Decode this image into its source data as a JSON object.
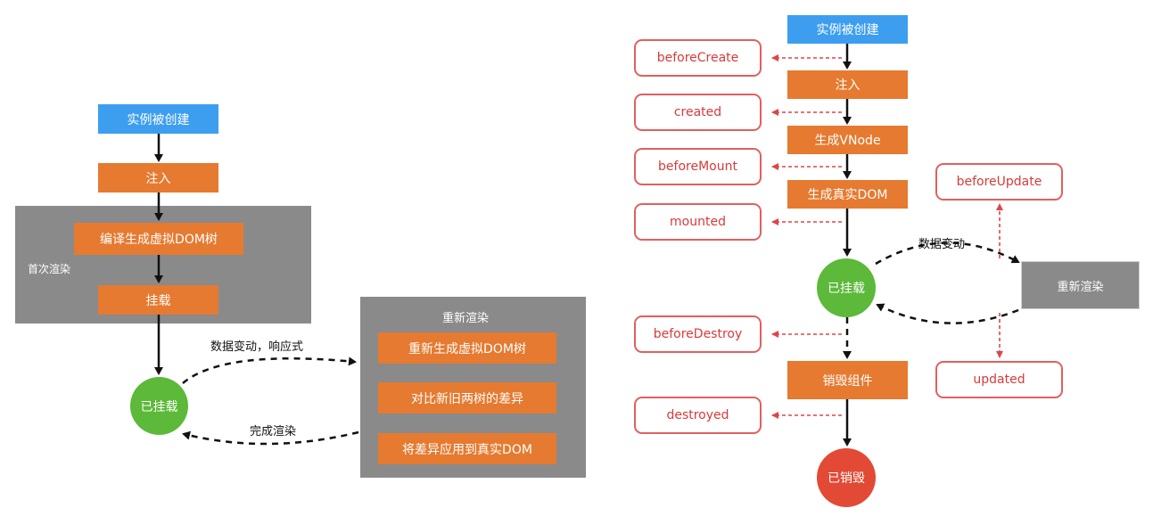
{
  "left": {
    "create": "实例被创建",
    "inject": "注入",
    "first_render_group": "首次渲染",
    "compile": "编译生成虚拟DOM树",
    "mount": "挂载",
    "mounted_state": "已挂载",
    "data_change": "数据变动，响应式",
    "render_done": "完成渲染",
    "rerender_group": "重新渲染",
    "rerender_steps": [
      "重新生成虚拟DOM树",
      "对比新旧两树的差异",
      "将差异应用到真实DOM"
    ]
  },
  "right": {
    "steps": [
      "实例被创建",
      "注入",
      "生成VNode",
      "生成真实DOM"
    ],
    "hooks": [
      "beforeCreate",
      "created",
      "beforeMount",
      "mounted"
    ],
    "mounted_state": "已挂载",
    "data_change": "数据变动",
    "rerender": "重新渲染",
    "before_update": "beforeUpdate",
    "updated": "updated",
    "before_destroy": "beforeDestroy",
    "destroy_step": "销毁组件",
    "destroyed_hook": "destroyed",
    "destroyed_state": "已销毁"
  },
  "colors": {
    "orange": "#e57a30",
    "blue": "#3d9ef0",
    "gray": "#8a8a8a",
    "green": "#5cb93a",
    "red": "#e24a35",
    "hook_red": "#d83a3a"
  }
}
